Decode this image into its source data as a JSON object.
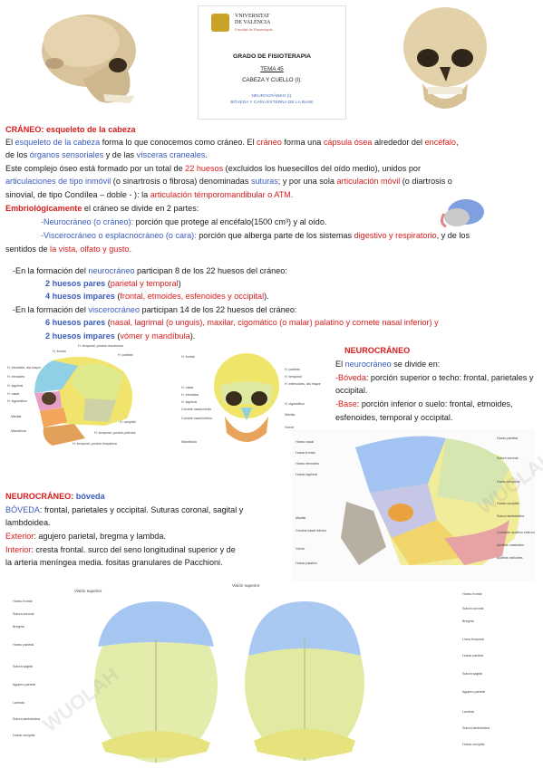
{
  "header": {
    "uni_line1": "VNIVERSITAT",
    "uni_line2": "DE VALÈNCIA",
    "uni_sub": "Facultat de Fisioteràpia",
    "course": "GRADO DE FISIOTERAPIA",
    "tema": "TEMA 45",
    "subtitle": "CABEZA Y CUELLO (I):",
    "topic1": "NEUROCRÁNEO (I):",
    "topic2": "BÓVEDA Y CARA EXTERNA DE LA BASE"
  },
  "craneo": {
    "heading": "CRÁNEO: esqueleto de la cabeza",
    "p1a": "El ",
    "p1b": "esqueleto de la cabeza",
    "p1c": " forma lo que conocemos como cráneo. El ",
    "p1d": "cráneo",
    "p1e": " forma una ",
    "p1f": "cápsula ósea",
    "p1g": " alrededor del ",
    "p1h": "encéfalo",
    "p1i": ",",
    "p2a": "de los ",
    "p2b": "órganos sensoriales",
    "p2c": " y de las ",
    "p2d": "vísceras craneales",
    "p2e": ".",
    "p3a": "Este complejo óseo está formado por un total de ",
    "p3b": "22 huesos",
    "p3c": " (excluidos los huesecillos del oído medio), unidos por",
    "p4a": "articulaciones de tipo inmóvil",
    "p4b": " (o sinartrosis o fibrosa) denominadas ",
    "p4c": "suturas",
    "p4d": "; y por una sola ",
    "p4e": "articulación móvil",
    "p4f": " (o diartrosis o",
    "p5a": "sinovial, de tipo Condílea – doble - ): la ",
    "p5b": "articulación témporomandibular o ATM",
    "p5c": ".",
    "p6a": "Embriológicamente",
    "p6b": " el cráneo se divide en 2 partes:",
    "p7a": "-Neurocráneo (o cráneo):",
    "p7b": " porción que protege al encéfalo(1500 cm³) y al oído.",
    "p8a": "-Viscerocráneo o esplacnocráneo (o cara):",
    "p8b": " porción que alberga parte de los sistemas ",
    "p8c": "digestivo y respiratorio",
    "p8d": ", y de los",
    "p9a": "sentidos de ",
    "p9b": "la vista, olfato y gusto",
    "p9c": "."
  },
  "formacion": {
    "l1a": "-En la formación del ",
    "l1b": "neurocráneo",
    "l1c": " participan 8 de los 22 huesos del cráneo:",
    "l2a": "2 huesos pares",
    "l2b": " (",
    "l2c": "parietal y temporal",
    "l2d": ")",
    "l3a": "4 huesos impares",
    "l3b": " (",
    "l3c": "frontal, etmoides, esfenoides y occipital",
    "l3d": ").",
    "l4a": "-En la formación del ",
    "l4b": "viscerocráneo",
    "l4c": " participan 14 de los 22 huesos del cráneo:",
    "l5a": "6 huesos pares",
    "l5b": " (",
    "l5c": "nasal, lagrimal (o unguis), maxilar, cigomático (o malar) palatino y cornete nasal inferior) y",
    "l6a": "2 huesos impares",
    "l6b": " (",
    "l6c": "vómer y mandíbula",
    "l6d": ")."
  },
  "neuro_box": {
    "title": "NEUROCRÁNEO",
    "l1a": "El ",
    "l1b": "neurocráneo",
    "l1c": " se divide en:",
    "l2a": "-Bóveda",
    "l2b": ": porción superior o techo: frontal, parietales y",
    "l3": "occipital.",
    "l4a": "-Base",
    "l4b": ": porción inferior o suelo: frontal, etmoides,",
    "l5": "esfenoides, temporal y occipital."
  },
  "boveda": {
    "title_a": "NEUROCRÁNEO:",
    "title_b": " bóveda",
    "l1a": "BÓVEDA",
    "l1b": ": frontal, parietales y occipital. Suturas coronal, sagital y",
    "l2": "lambdoidea.",
    "l3a": "Exterior",
    "l3b": ": agujero parietal, bregma y lambda.",
    "l4a": "Interior",
    "l4b": ": cresta frontal. surco del seno longitudinal superior y de",
    "l5": "la arteria meníngea media. fositas granulares de Pacchioni."
  },
  "lateral_labels": [
    "H. frontal",
    "H. temporal, porción escamosa",
    "H. parietal",
    "H. etmoides, ala mayor",
    "H. etmoides",
    "H. lagrimal",
    "H. nasal",
    "H. cigomático",
    "Maxilar",
    "Mandíbula",
    "H. occipital",
    "H. temporal, porción petrosa",
    "H. temporal, porción timpánica"
  ],
  "frontal_labels": [
    "H. frontal",
    "H. nasal",
    "H. etmoides",
    "H. lagrimal",
    "Cornete nasal medio",
    "Cornete nasal inferior",
    "Mandíbula",
    "H. parietal",
    "H. temporal",
    "H. esfenoides, ala mayor",
    "H. cigomático",
    "Maxilar",
    "Vómer"
  ],
  "base_labels_left": [
    "Hueso nasal",
    "Hueso frontal",
    "Hueso etmoides",
    "Hueso lagrimal",
    "Maxilar",
    "Concha nasal inferior",
    "Vómer",
    "Hueso palatino"
  ],
  "base_labels_right": [
    "Hueso parietal",
    "Sutura coronal",
    "Hueso temporal",
    "Hueso occipital",
    "Sutura lambdoidea",
    "Conducto auditivo externo",
    "Apófisis mastoides",
    "Apófisis estiloides"
  ],
  "vision_superior": {
    "title": "Visión superior",
    "labels": [
      "Hueso frontal",
      "Sutura coronal",
      "Bregma",
      "Hueso parietal",
      "Sutura sagital",
      "Agujero parietal",
      "Lambda",
      "Sutura lambdoidea",
      "Hueso occipital"
    ]
  },
  "vision_superior2": {
    "title": "Visión superior",
    "labels": [
      "Hueso frontal",
      "Sutura coronal",
      "Bregma",
      "Línea temporal",
      "Hueso parietal",
      "Sutura sagital",
      "Agujero parietal",
      "Lambda",
      "Sutura lambdoidea",
      "Hueso occipital"
    ]
  },
  "watermark": "WUOLAH",
  "colors": {
    "red": "#d81b1b",
    "blue": "#3b5bbf",
    "bone": "#e8dcc0",
    "frontal_blue": "#9ec0f0",
    "parietal_green": "#dfe7a4",
    "occipital_yellow": "#e9e27e"
  }
}
